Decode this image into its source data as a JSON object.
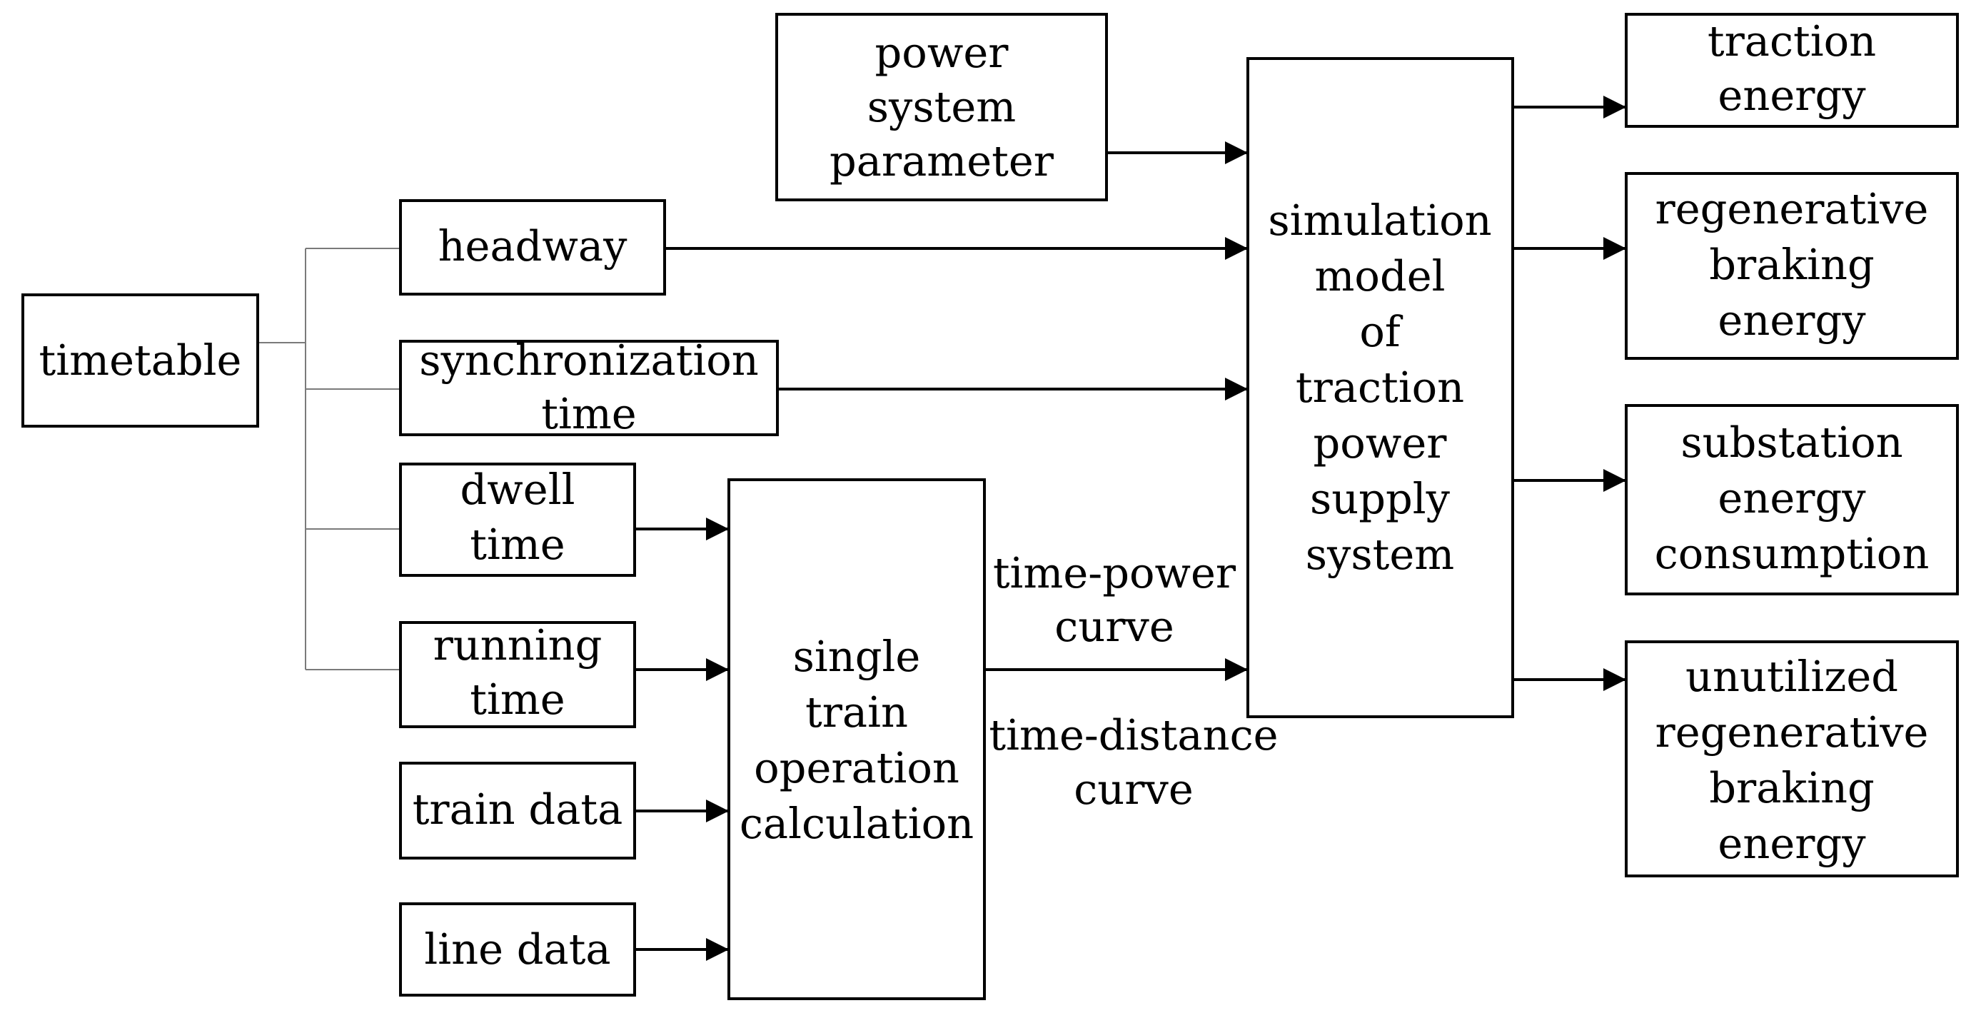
{
  "boxes": {
    "timetable": [
      "timetable"
    ],
    "power_system_parameter": [
      "power",
      "system",
      "parameter"
    ],
    "headway": [
      "headway"
    ],
    "synchronization_time": [
      "synchronization",
      "time"
    ],
    "dwell_time": [
      "dwell",
      "time"
    ],
    "running_time": [
      "running",
      "time"
    ],
    "train_data": [
      "train data"
    ],
    "line_data": [
      "line data"
    ],
    "single_train_operation_calculation": [
      "single",
      "train",
      "operation",
      "calculation"
    ],
    "simulation_model": [
      "simulation",
      "model",
      "of",
      "traction",
      "power",
      "supply",
      "system"
    ],
    "traction_energy": [
      "traction",
      "energy"
    ],
    "regenerative_braking_energy": [
      "regenerative",
      "braking",
      "energy"
    ],
    "substation_energy_consumption": [
      "substation",
      "energy",
      "consumption"
    ],
    "unutilized_regenerative_braking_energy": [
      "unutilized",
      "regenerative",
      "braking",
      "energy"
    ]
  },
  "labels": {
    "time_power_curve": [
      "time-power",
      "curve"
    ],
    "time_distance_curve": [
      "time-distance",
      "curve"
    ]
  }
}
